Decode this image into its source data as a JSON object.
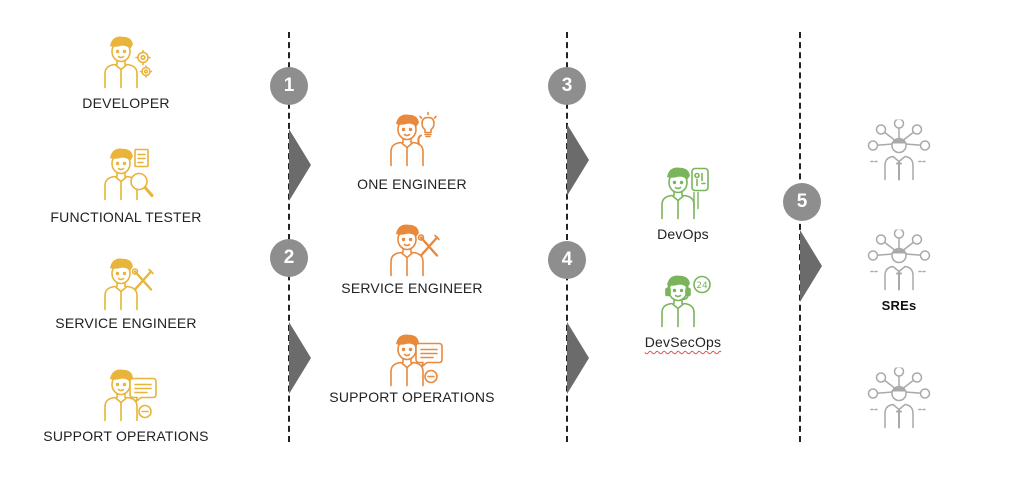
{
  "colors": {
    "column1": "#e8b43a",
    "column2": "#e8893c",
    "column3": "#7ab55c",
    "column4": "#a9a9a9",
    "badge": "#8e8e8e",
    "arrow": "#6b6b6b"
  },
  "column1": {
    "roles": [
      {
        "label": "DEVELOPER",
        "icon": "developer-gear-icon"
      },
      {
        "label": "FUNCTIONAL TESTER",
        "icon": "tester-magnifier-icon"
      },
      {
        "label": "SERVICE ENGINEER",
        "icon": "service-engineer-tools-icon"
      },
      {
        "label": "SUPPORT OPERATIONS",
        "icon": "support-chat-icon"
      }
    ]
  },
  "column2": {
    "roles": [
      {
        "label": "ONE ENGINEER",
        "icon": "engineer-lightbulb-icon"
      },
      {
        "label": "SERVICE ENGINEER",
        "icon": "service-engineer-tools-icon"
      },
      {
        "label": "SUPPORT OPERATIONS",
        "icon": "support-chat-icon"
      }
    ]
  },
  "column3": {
    "roles": [
      {
        "label": "DevOps",
        "icon": "devops-toolbox-icon"
      },
      {
        "label": "DevSecOps",
        "icon": "devsecops-headset-24-icon"
      }
    ]
  },
  "column4": {
    "label": "SREs",
    "icon": "sre-network-icon"
  },
  "steps": [
    "1",
    "2",
    "3",
    "4",
    "5"
  ]
}
